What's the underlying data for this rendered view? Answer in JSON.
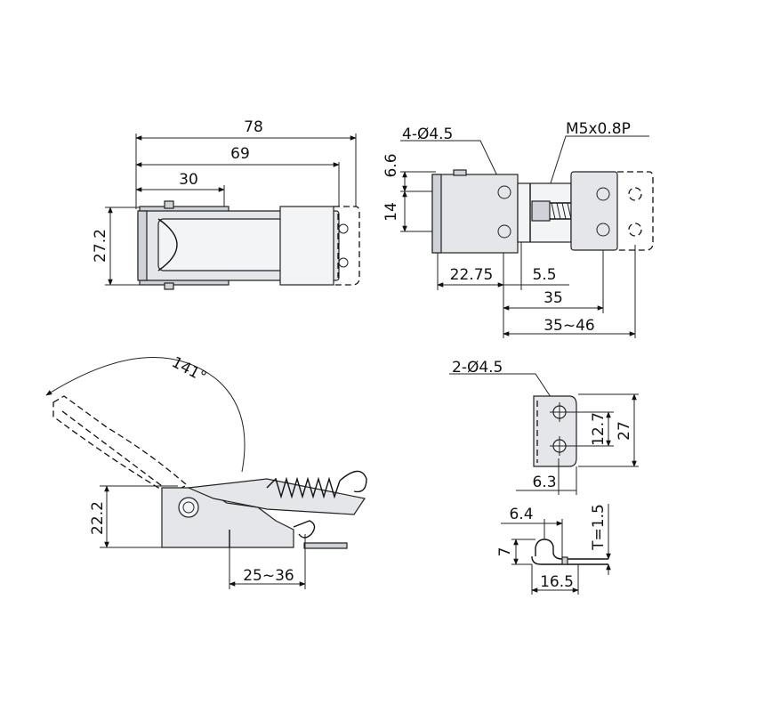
{
  "top_view": {
    "d78": "78",
    "d69": "69",
    "d30": "30",
    "d27_2": "27.2"
  },
  "side_view": {
    "d4_hole": "4-Ø4.5",
    "d_m5": "M5x0.8P",
    "d6_6": "6.6",
    "d14": "14",
    "d22_75": "22.75",
    "d5_5": "5.5",
    "d35": "35",
    "d35_46": "35~46"
  },
  "open_view": {
    "d141": "141°",
    "d22_2": "22.2",
    "d25_36": "25~36"
  },
  "catch_front": {
    "d2_hole": "2-Ø4.5",
    "d12_7": "12.7",
    "d27": "27",
    "d6_3": "6.3"
  },
  "catch_side": {
    "d6_4": "6.4",
    "d7": "7",
    "d16_5": "16.5",
    "dT": "T=1.5"
  }
}
